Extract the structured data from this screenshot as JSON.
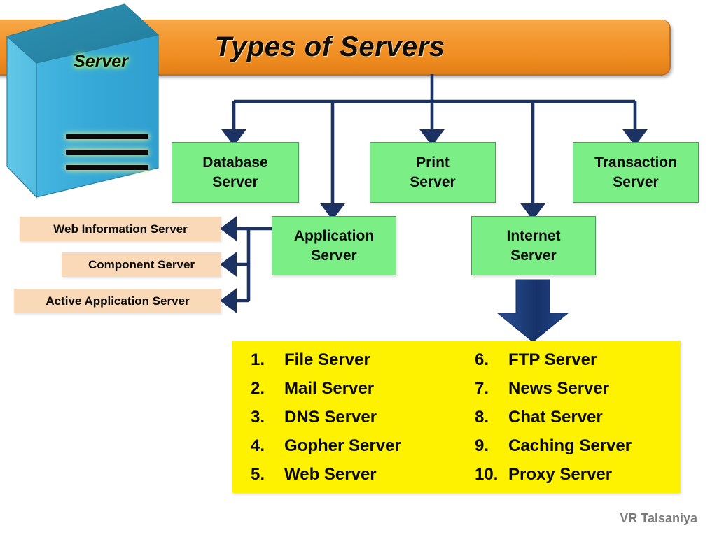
{
  "title": "Types of Servers",
  "server_illustration": {
    "label": "Server",
    "icon": "server-cube-3d",
    "bars": 3,
    "colors": {
      "front": "#3aaedb",
      "top": "#2b87a8",
      "side": "#62c5e6"
    }
  },
  "colors": {
    "banner": "#f0922b",
    "green_box": "#7bee86",
    "peach_box": "#fad9b8",
    "yellow_panel": "#fff200",
    "connector": "#1b3263",
    "block_arrow": "#1f3c7a",
    "credit_text": "#7b7b7b"
  },
  "tier1": [
    {
      "name": "database-server",
      "line1": "Database",
      "line2": "Server"
    },
    {
      "name": "application-server",
      "line1": "Application",
      "line2": "Server"
    },
    {
      "name": "print-server",
      "line1": "Print",
      "line2": "Server"
    },
    {
      "name": "internet-server",
      "line1": "Internet",
      "line2": "Server"
    },
    {
      "name": "transaction-server",
      "line1": "Transaction",
      "line2": "Server"
    }
  ],
  "application_children": [
    {
      "name": "web-information-server",
      "label": "Web Information Server"
    },
    {
      "name": "component-server",
      "label": "Component Server"
    },
    {
      "name": "active-application-server",
      "label": "Active Application Server"
    }
  ],
  "internet_children": {
    "left_column": [
      {
        "num": "1.",
        "label": "File Server"
      },
      {
        "num": "2.",
        "label": "Mail Server"
      },
      {
        "num": "3.",
        "label": "DNS Server"
      },
      {
        "num": "4.",
        "label": "Gopher Server"
      },
      {
        "num": "5.",
        "label": "Web Server"
      }
    ],
    "right_column": [
      {
        "num": "6.",
        "label": "FTP Server"
      },
      {
        "num": "7.",
        "label": "News Server"
      },
      {
        "num": "8.",
        "label": "Chat Server"
      },
      {
        "num": "9.",
        "label": "Caching Server"
      },
      {
        "num": "10.",
        "label": "Proxy Server"
      }
    ]
  },
  "credit": "VR Talsaniya"
}
